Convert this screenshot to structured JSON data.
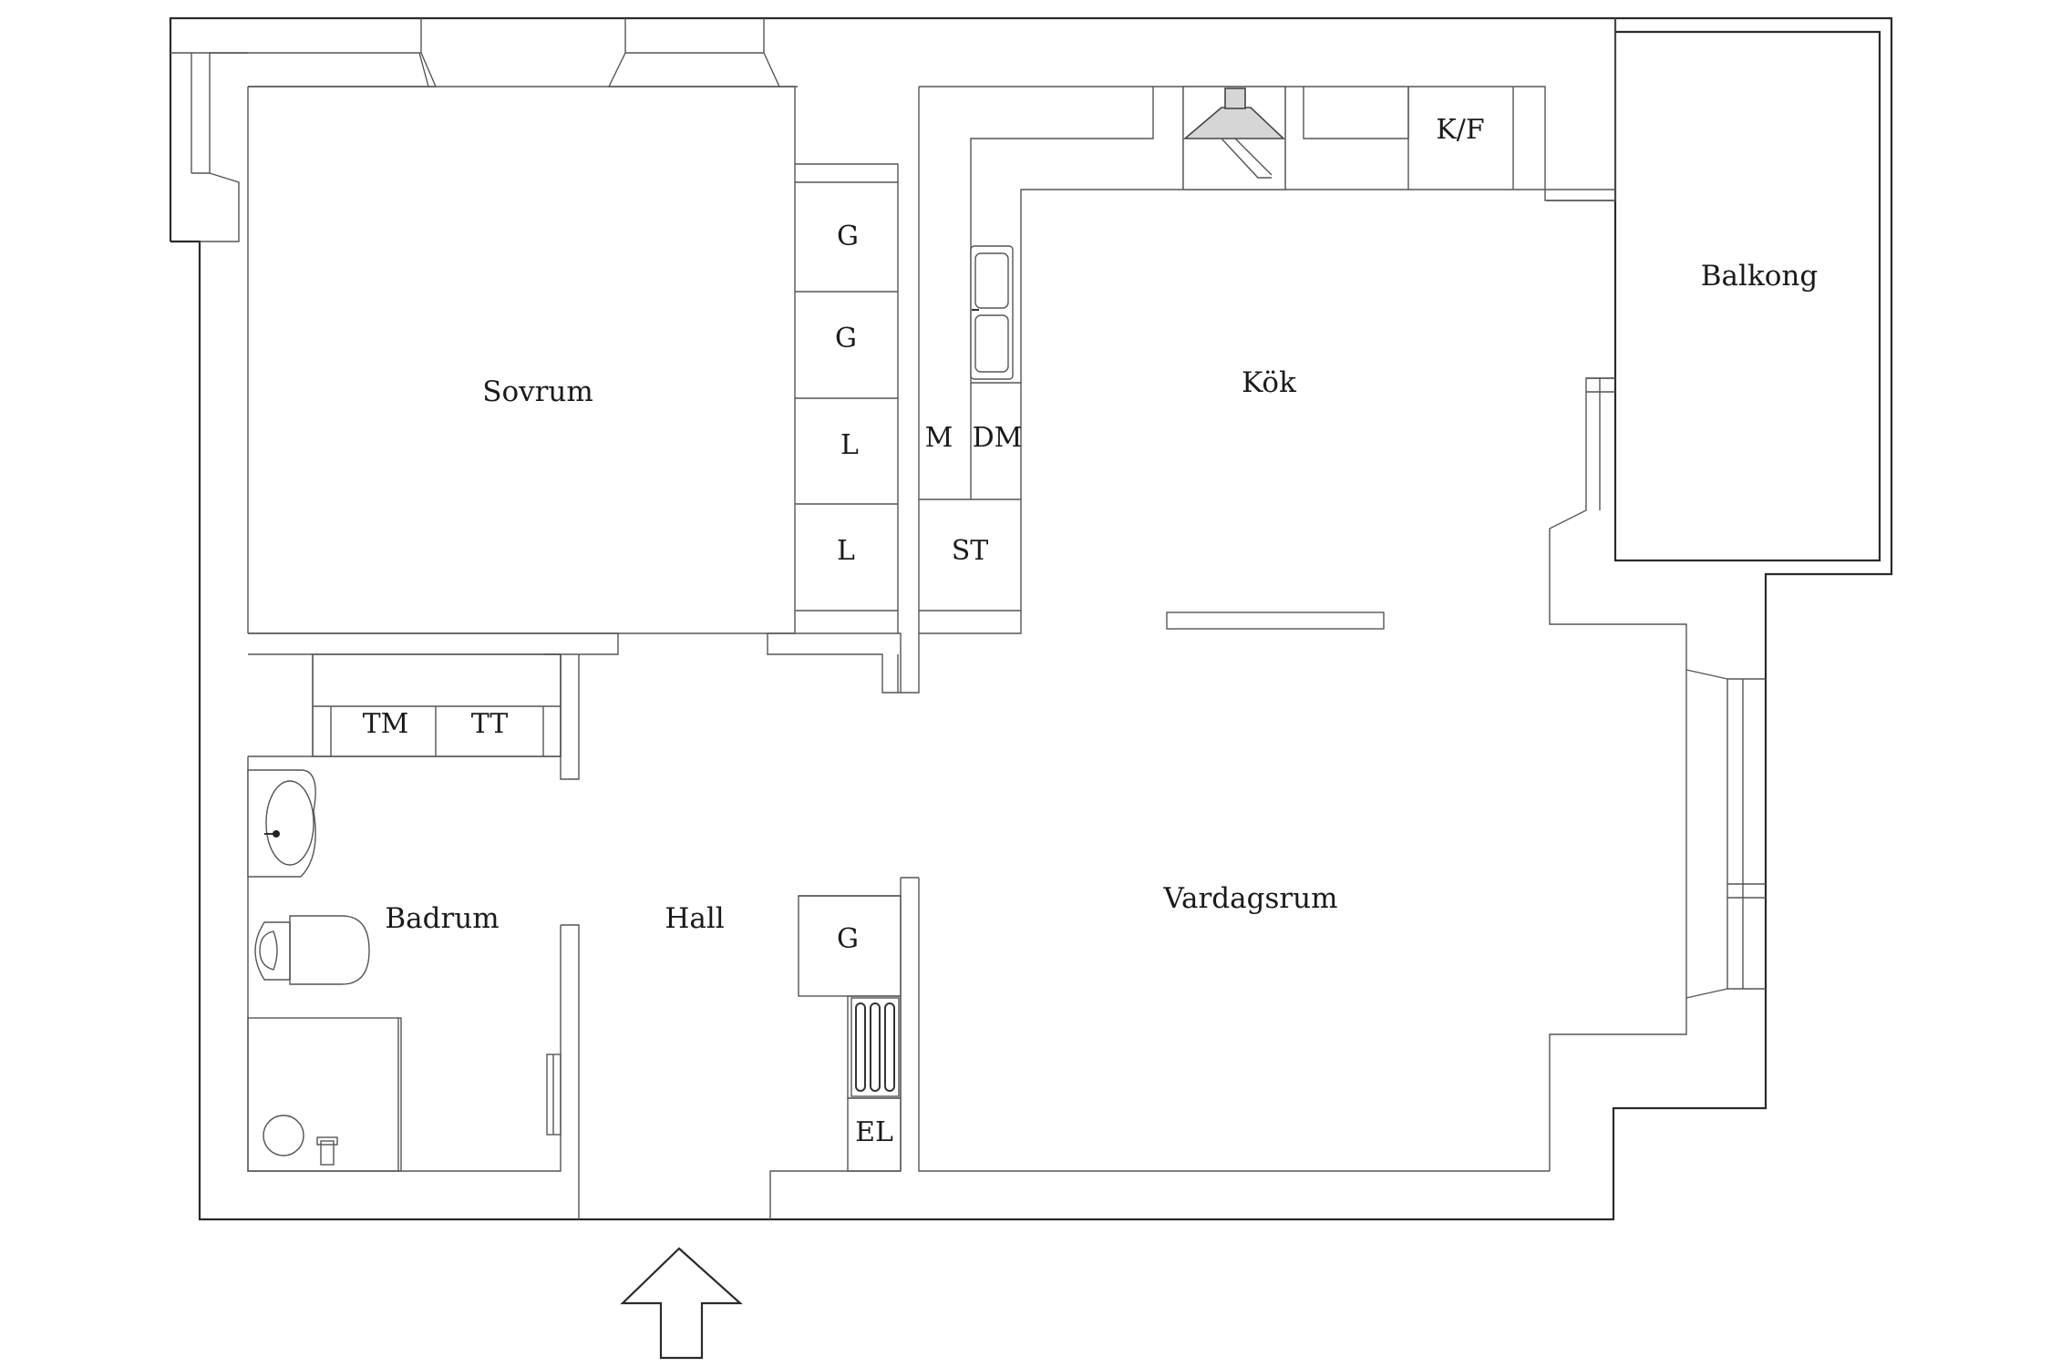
{
  "rooms": {
    "sovrum": "Sovrum",
    "kok": "Kök",
    "balkong": "Balkong",
    "badrum": "Badrum",
    "hall": "Hall",
    "vardagsrum": "Vardagsrum"
  },
  "fixtures": {
    "wardrobe_g1": "G",
    "wardrobe_g2": "G",
    "wardrobe_l1": "L",
    "wardrobe_l2": "L",
    "microwave": "M",
    "dishwasher": "DM",
    "storage": "ST",
    "fridge_freezer": "K/F",
    "washer": "TM",
    "dryer": "TT",
    "hall_wardrobe": "G",
    "electric_cabinet": "EL"
  },
  "icons": {
    "entrance": "entrance-arrow-icon",
    "sink": "sink-icon",
    "toilet": "toilet-icon",
    "shower": "shower-icon",
    "kitchen_sink": "kitchen-sink-icon",
    "range_hood": "range-hood-icon",
    "radiator": "radiator-icon"
  }
}
